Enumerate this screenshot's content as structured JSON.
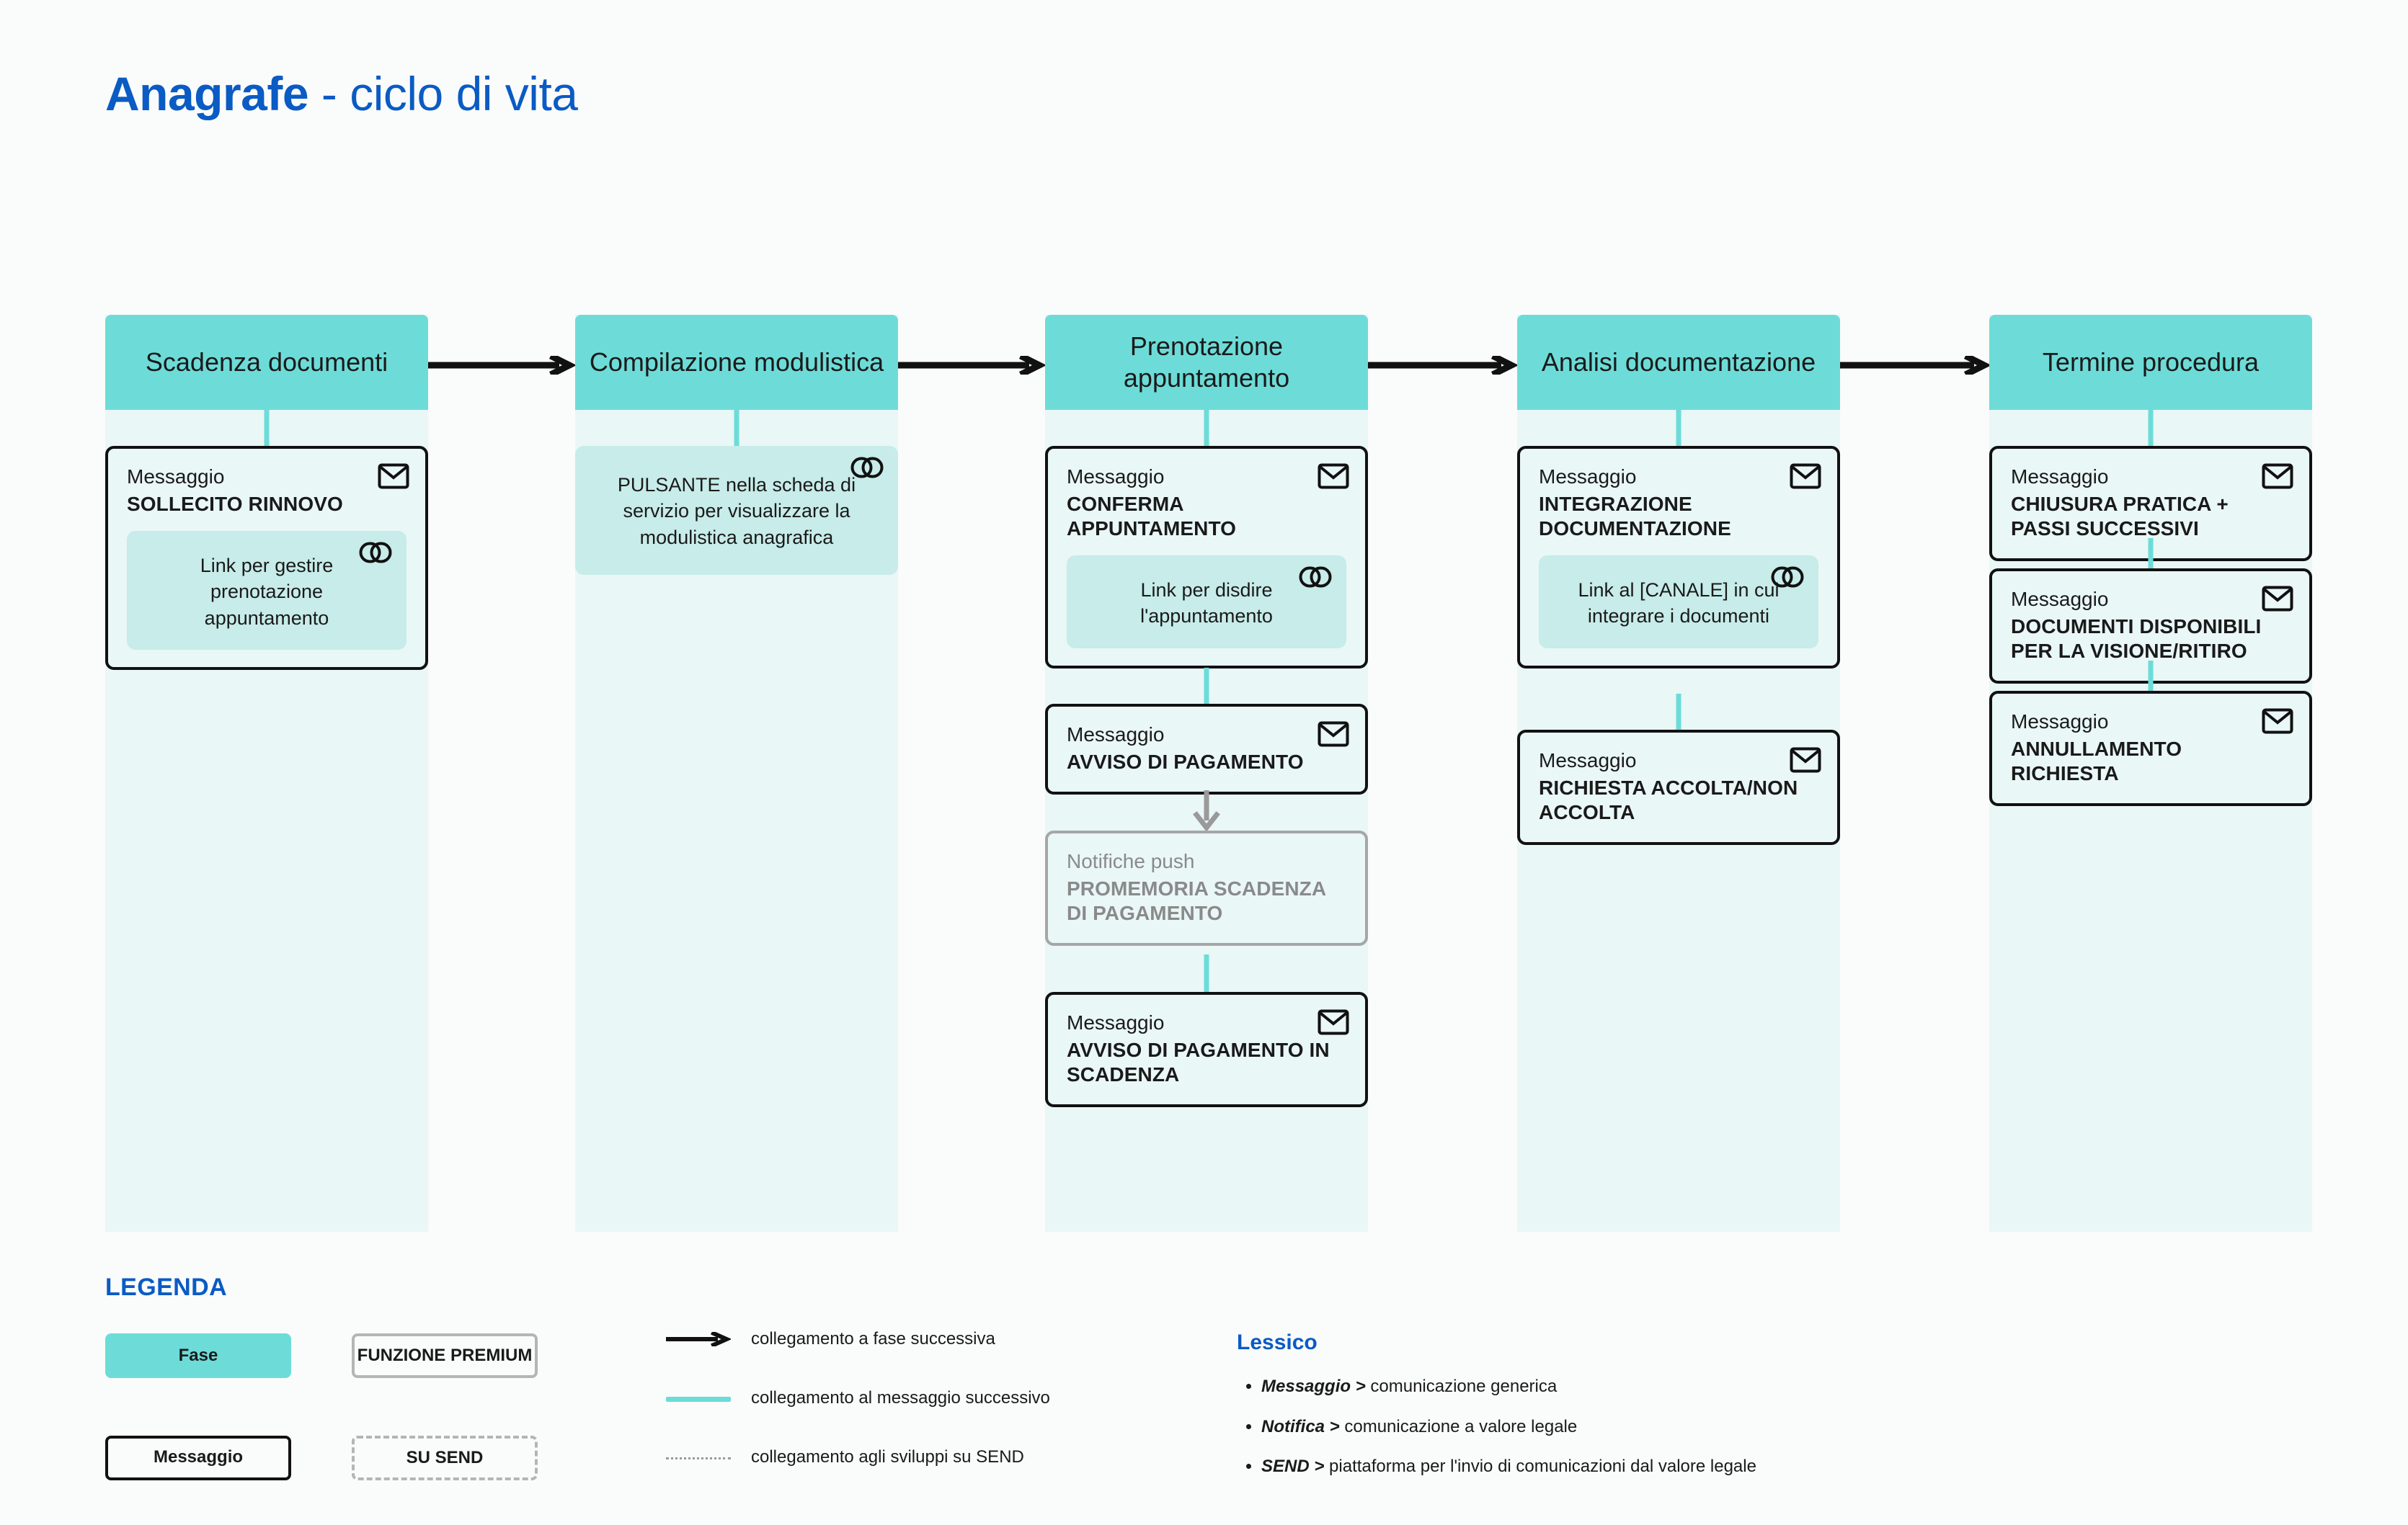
{
  "title": {
    "bold": "Anagrafe",
    "rest": " - ciclo di vita"
  },
  "colors": {
    "brand_blue": "#0a5bc4",
    "phase_teal": "#6ddcd8",
    "band_bg": "#e9f7f6",
    "chip_bg": "#c7ece9",
    "page_bg": "#fafbfb",
    "muted_gray": "#8a8a8a"
  },
  "flow": {
    "columns": [
      {
        "phase": "Scadenza documenti",
        "nodes": [
          {
            "type": "message",
            "kicker": "Messaggio",
            "title": "SOLLECITO RINNOVO",
            "icon": "envelope-icon",
            "chip": {
              "text": "Link per gestire prenotazione appuntamento",
              "icon": "link-icon"
            }
          }
        ]
      },
      {
        "phase": "Compilazione modulistica",
        "nodes": [
          {
            "type": "chip",
            "text": "PULSANTE nella scheda di servizio per visualizzare la modulistica anagrafica",
            "icon": "link-icon"
          }
        ]
      },
      {
        "phase": "Prenotazione appuntamento",
        "nodes": [
          {
            "type": "message",
            "kicker": "Messaggio",
            "title": "CONFERMA APPUNTAMENTO",
            "icon": "envelope-icon",
            "chip": {
              "text": "Link per disdire l'appuntamento",
              "icon": "link-icon"
            }
          },
          {
            "type": "message",
            "kicker": "Messaggio",
            "title": "AVVISO DI PAGAMENTO",
            "icon": "envelope-icon"
          },
          {
            "type": "message-muted",
            "kicker": "Notifiche push",
            "title": "PROMEMORIA SCADENZA DI PAGAMENTO"
          },
          {
            "type": "message",
            "kicker": "Messaggio",
            "title": "AVVISO DI PAGAMENTO IN SCADENZA",
            "icon": "envelope-icon"
          }
        ]
      },
      {
        "phase": "Analisi documentazione",
        "nodes": [
          {
            "type": "message",
            "kicker": "Messaggio",
            "title": "INTEGRAZIONE DOCUMENTAZIONE",
            "icon": "envelope-icon",
            "chip": {
              "text": "Link al [CANALE] in cui integrare i documenti",
              "icon": "link-icon"
            }
          },
          {
            "type": "message",
            "kicker": "Messaggio",
            "title": "RICHIESTA ACCOLTA/NON ACCOLTA",
            "icon": "envelope-icon"
          }
        ]
      },
      {
        "phase": "Termine procedura",
        "nodes": [
          {
            "type": "message",
            "kicker": "Messaggio",
            "title": "CHIUSURA PRATICA + PASSI SUCCESSIVI",
            "icon": "envelope-icon"
          },
          {
            "type": "message",
            "kicker": "Messaggio",
            "title": "DOCUMENTI DISPONIBILI PER LA VISIONE/RITIRO",
            "icon": "envelope-icon"
          },
          {
            "type": "message",
            "kicker": "Messaggio",
            "title": "ANNULLAMENTO RICHIESTA",
            "icon": "envelope-icon"
          }
        ]
      }
    ]
  },
  "legend": {
    "title": "LEGENDA",
    "chips": {
      "fase": "Fase",
      "messaggio": "Messaggio",
      "premium": "FUNZIONE PREMIUM",
      "send": "SU SEND"
    },
    "lines": [
      {
        "icon": "arrow-right-icon",
        "label": "collegamento a fase successiva"
      },
      {
        "icon": "teal-line-icon",
        "label": "collegamento al messaggio successivo"
      },
      {
        "icon": "dotted-line-icon",
        "label": "collegamento agli sviluppi su SEND"
      }
    ],
    "lessico": {
      "title": "Lessico",
      "items": [
        {
          "term": "Messaggio >",
          "definition": " comunicazione generica"
        },
        {
          "term": "Notifica >",
          "definition": " comunicazione a valore legale"
        },
        {
          "term": "SEND >",
          "definition": " piattaforma per  l'invio di comunicazioni dal valore legale"
        }
      ]
    }
  }
}
